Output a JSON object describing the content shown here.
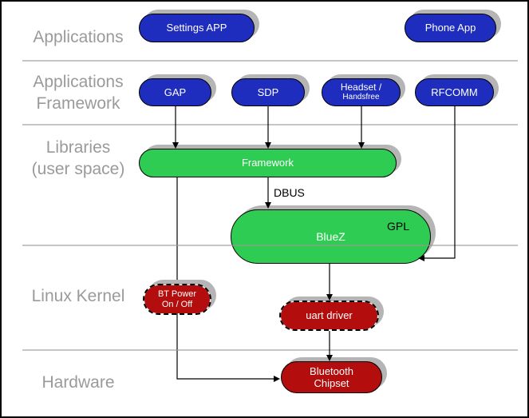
{
  "layers": {
    "applications": {
      "label": "Applications"
    },
    "applications_framework": {
      "line1": "Applications",
      "line2": "Framework"
    },
    "libraries": {
      "line1": "Libraries",
      "line2": "(user space)"
    },
    "linux_kernel": {
      "label": "Linux Kernel"
    },
    "hardware": {
      "label": "Hardware"
    }
  },
  "nodes": {
    "settings_app": {
      "label": "Settings APP"
    },
    "phone_app": {
      "label": "Phone App"
    },
    "gap": {
      "label": "GAP"
    },
    "sdp": {
      "label": "SDP"
    },
    "headset": {
      "line1": "Headset /",
      "line2": "Handsfree"
    },
    "rfcomm": {
      "label": "RFCOMM"
    },
    "framework": {
      "label": "Framework"
    },
    "bluez": {
      "label": "BlueZ",
      "license": "GPL"
    },
    "bt_power": {
      "line1": "BT Power",
      "line2": "On / Off"
    },
    "uart_driver": {
      "label": "uart driver"
    },
    "bluetooth_chipset": {
      "line1": "Bluetooth",
      "line2": "Chipset"
    }
  },
  "annotations": {
    "dbus": "DBUS"
  },
  "colors": {
    "node_blue": "#1e2dbe",
    "node_green": "#2ecc52",
    "node_red": "#b30d0d",
    "shadow": "#b5b5b5",
    "divider": "#999999",
    "layer_label": "#9a9a9a",
    "connector": "#000000"
  }
}
